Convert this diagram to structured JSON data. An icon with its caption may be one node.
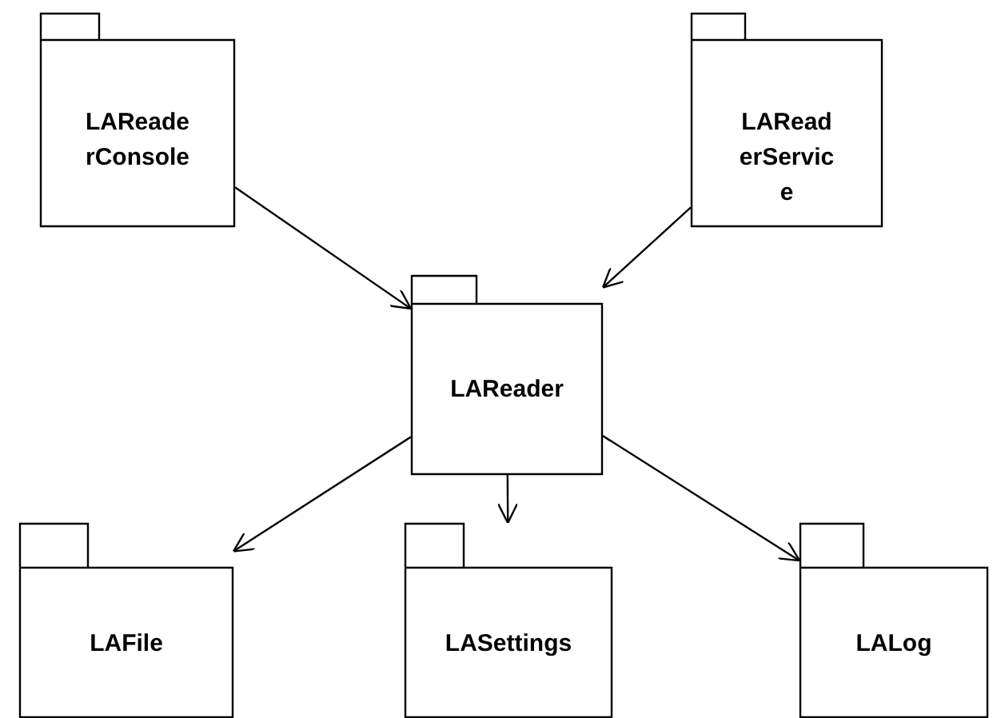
{
  "diagram": {
    "nodes": [
      {
        "text": [
          "LAReaderConsole"
        ]
      },
      {
        "text": [
          "LAReaderService"
        ]
      },
      {
        "text": [
          "LAReader"
        ]
      },
      {
        "text": [
          "LAFile"
        ]
      },
      {
        "text": [
          "LASettings"
        ]
      },
      {
        "text": [
          "LALog"
        ]
      }
    ],
    "edges": [
      {
        "from": 0,
        "to": 2,
        "arrow": "to"
      },
      {
        "from": 1,
        "to": 2,
        "arrow": "to"
      },
      {
        "from": 2,
        "to": 3,
        "arrow": "to"
      },
      {
        "from": 2,
        "to": 4,
        "arrow": "to"
      },
      {
        "from": 2,
        "to": 5,
        "arrow": "to"
      }
    ]
  }
}
